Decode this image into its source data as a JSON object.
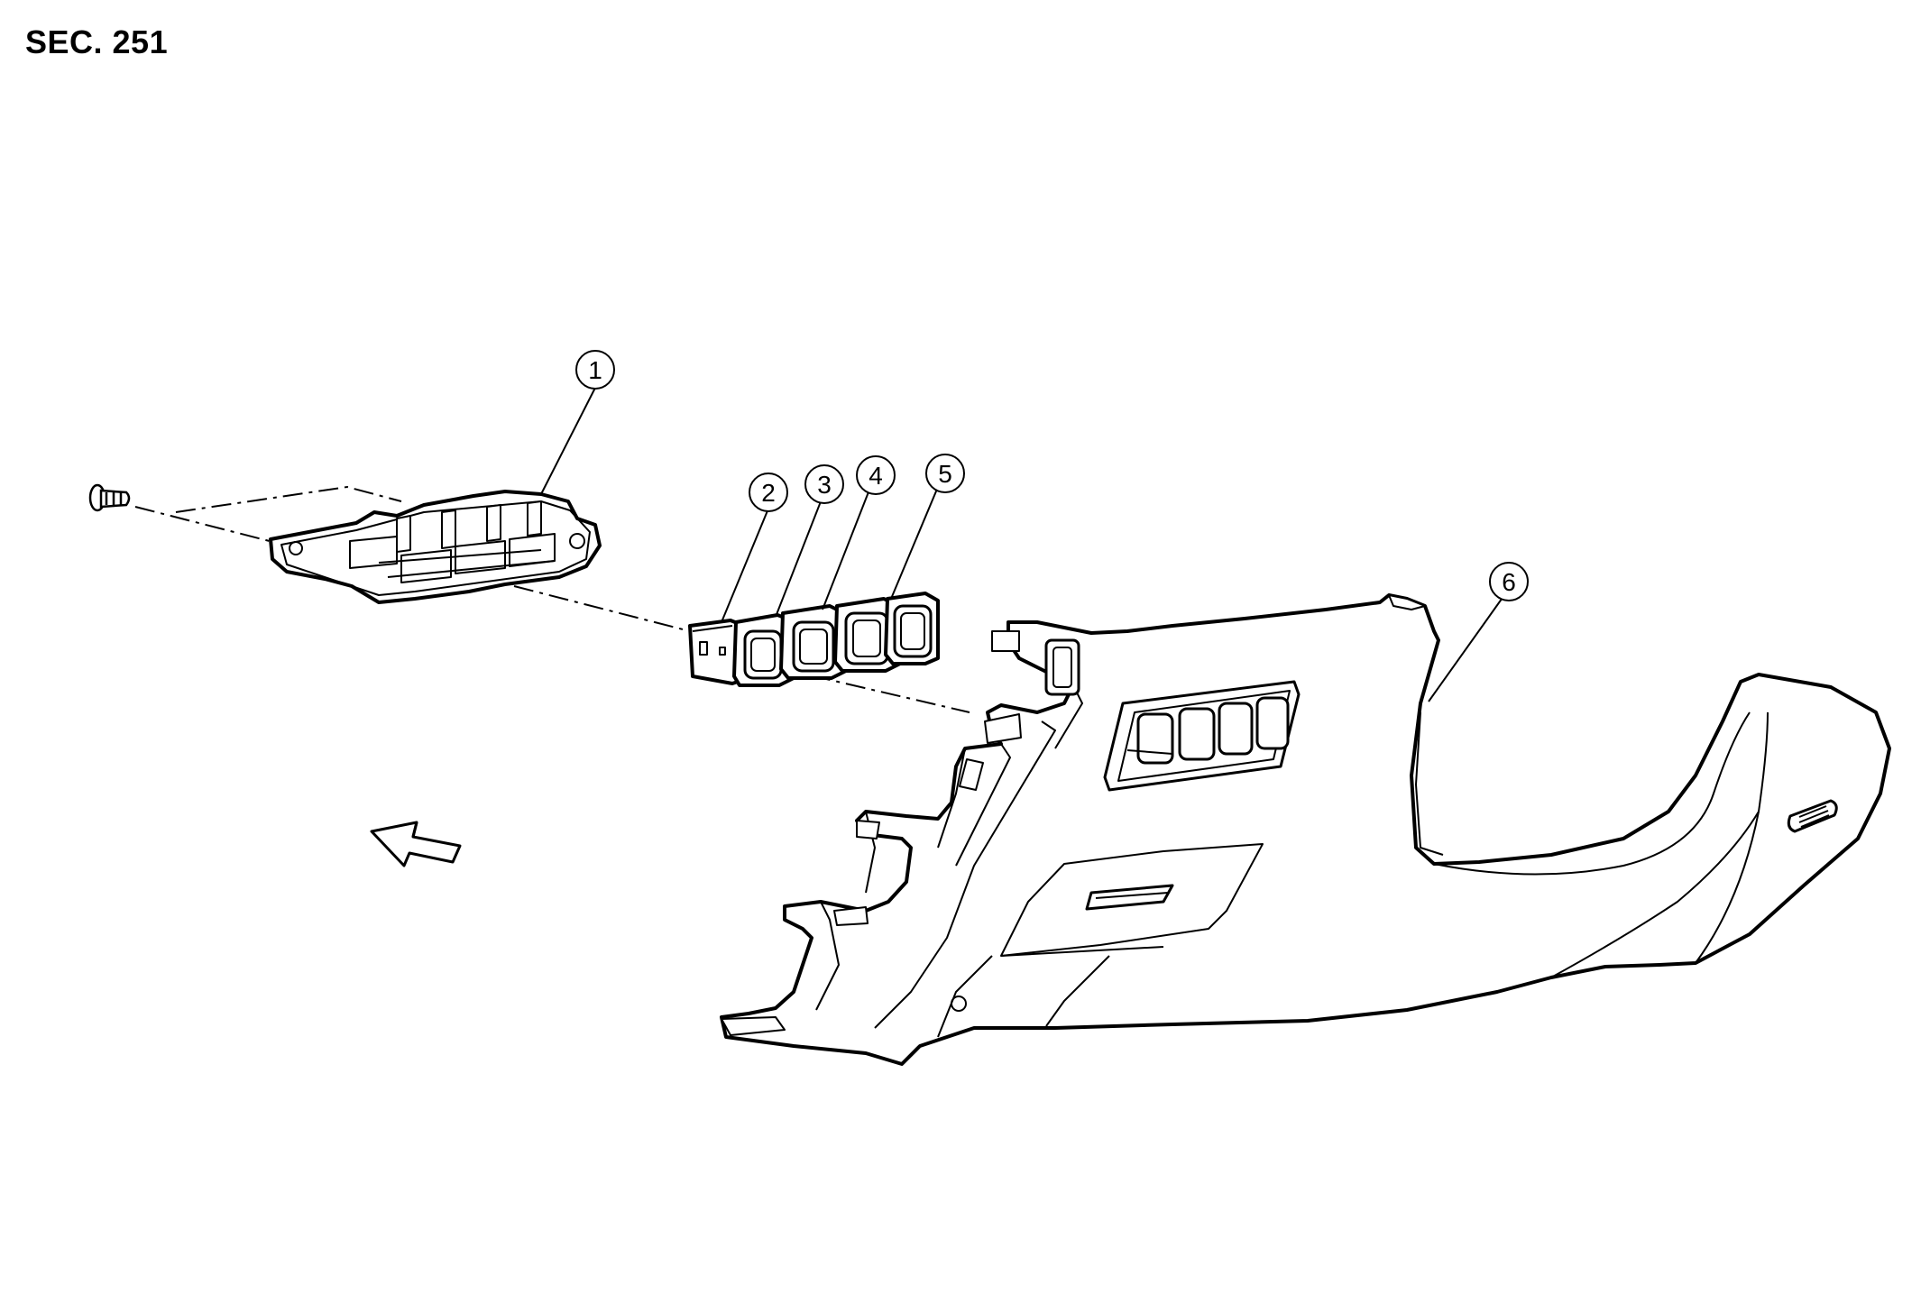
{
  "section": {
    "label": "SEC. 251"
  },
  "callouts": [
    {
      "id": "1",
      "label": "1"
    },
    {
      "id": "2",
      "label": "2"
    },
    {
      "id": "3",
      "label": "3"
    },
    {
      "id": "4",
      "label": "4"
    },
    {
      "id": "5",
      "label": "5"
    },
    {
      "id": "6",
      "label": "6"
    }
  ],
  "colors": {
    "line": "#000000",
    "background": "#ffffff"
  }
}
